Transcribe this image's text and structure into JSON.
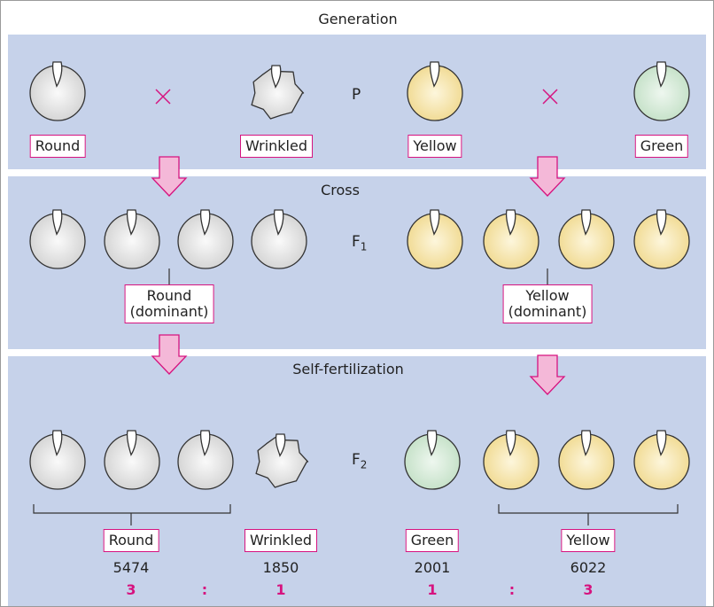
{
  "labels": {
    "generation": "Generation",
    "cross": "Cross",
    "self_fertilization": "Self-fertilization"
  },
  "generations": {
    "p": "P",
    "f1": {
      "main": "F",
      "sub": "1"
    },
    "f2": {
      "main": "F",
      "sub": "2"
    }
  },
  "parents": {
    "round": "Round",
    "wrinkled": "Wrinkled",
    "yellow": "Yellow",
    "green": "Green"
  },
  "f1_traits": {
    "round": {
      "line1": "Round",
      "line2": "(dominant)"
    },
    "yellow": {
      "line1": "Yellow",
      "line2": "(dominant)"
    }
  },
  "f2": {
    "round": {
      "label": "Round",
      "count": "5474",
      "ratio": "3"
    },
    "wrinkled": {
      "label": "Wrinkled",
      "count": "1850",
      "ratio": "1"
    },
    "green": {
      "label": "Green",
      "count": "2001",
      "ratio": "1"
    },
    "yellow": {
      "label": "Yellow",
      "count": "6022",
      "ratio": "3"
    },
    "ratio_separator": ":"
  },
  "symbols": {
    "cross": "×"
  },
  "colors": {
    "band": "#c6d2ea",
    "accent": "#d6137f",
    "arrow_fill": "#f4b8d8",
    "seed_gray": "#d9d9d9",
    "seed_yellow": "#f3df9c",
    "seed_green": "#cde6cf"
  }
}
